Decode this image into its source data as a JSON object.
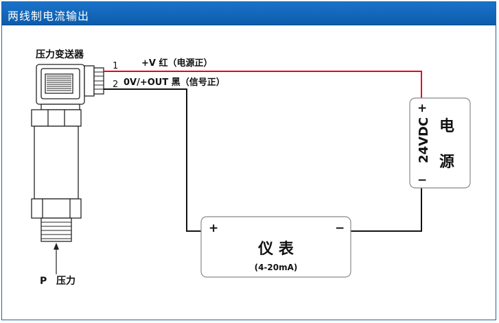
{
  "window": {
    "title": "两线制电流输出"
  },
  "diagram": {
    "transmitter_label": "压力变送器",
    "pressure_label_p": "P",
    "pressure_label": "压力",
    "wire1_number": "1",
    "wire1_label": "+V 红（电源正）",
    "wire2_number": "2",
    "wire2_label": "0V/+OUT 黑（信号正）",
    "power": {
      "voltage": "24VDC",
      "name_top": "电",
      "name_bottom": "源",
      "plus": "+",
      "minus": "−"
    },
    "meter": {
      "name": "仪 表",
      "range": "(4-20mA)",
      "plus": "+",
      "minus": "−"
    },
    "colors": {
      "wire_red": "#e8001c",
      "wire_black": "#111111",
      "title_bar": "#1166bb"
    }
  }
}
